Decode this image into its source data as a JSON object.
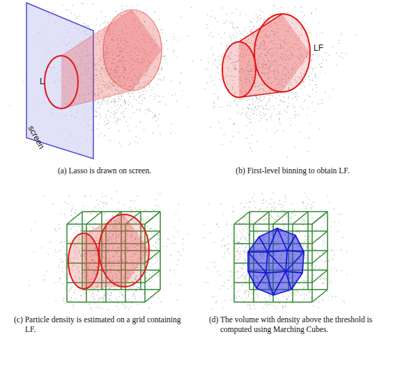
{
  "diagram": {
    "labels": [
      "L",
      "screen",
      "(a) Lasso is drawn on screen.",
      "LF",
      "(b) First-level binning to obtain LF.",
      "(c) Particle density is estimated on a grid containing LF.",
      "(d) The volume with density above the threshold is computed using Marching Cubes."
    ]
  }
}
